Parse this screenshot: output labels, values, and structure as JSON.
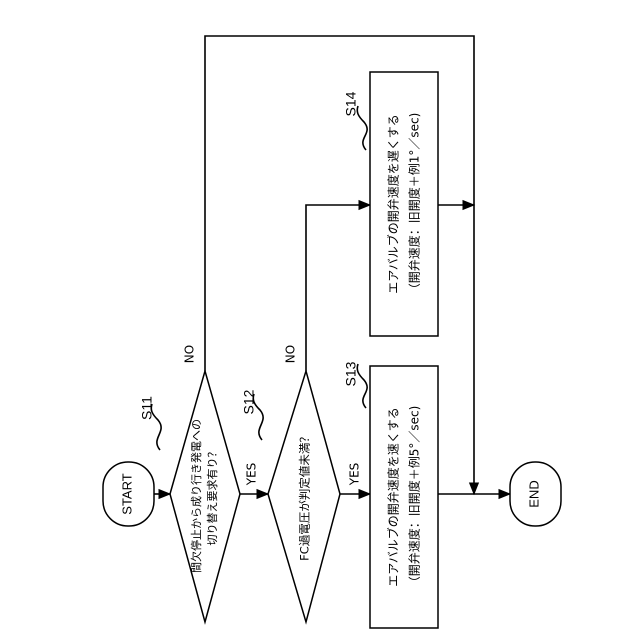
{
  "flow": {
    "start": "START",
    "end": "END",
    "s11": {
      "step": "S11",
      "line1": "間欠停止から成り行き発電への",
      "line2": "切り替え要求有り？"
    },
    "s12": {
      "step": "S12",
      "line1": "FC過電圧が判定値未満？"
    },
    "s13": {
      "step": "S13",
      "line1": "エアバルブの開弁速度を速くする",
      "line2": "（開弁速度：旧開度＋例5°／sec)"
    },
    "s14": {
      "step": "S14",
      "line1": "エアバルブの開弁速度を遅くする",
      "line2": "（開弁速度：旧開度＋例1°／sec)"
    },
    "labels": {
      "yes1": "YES",
      "no1": "NO",
      "yes2": "YES",
      "no2": "NO"
    }
  }
}
